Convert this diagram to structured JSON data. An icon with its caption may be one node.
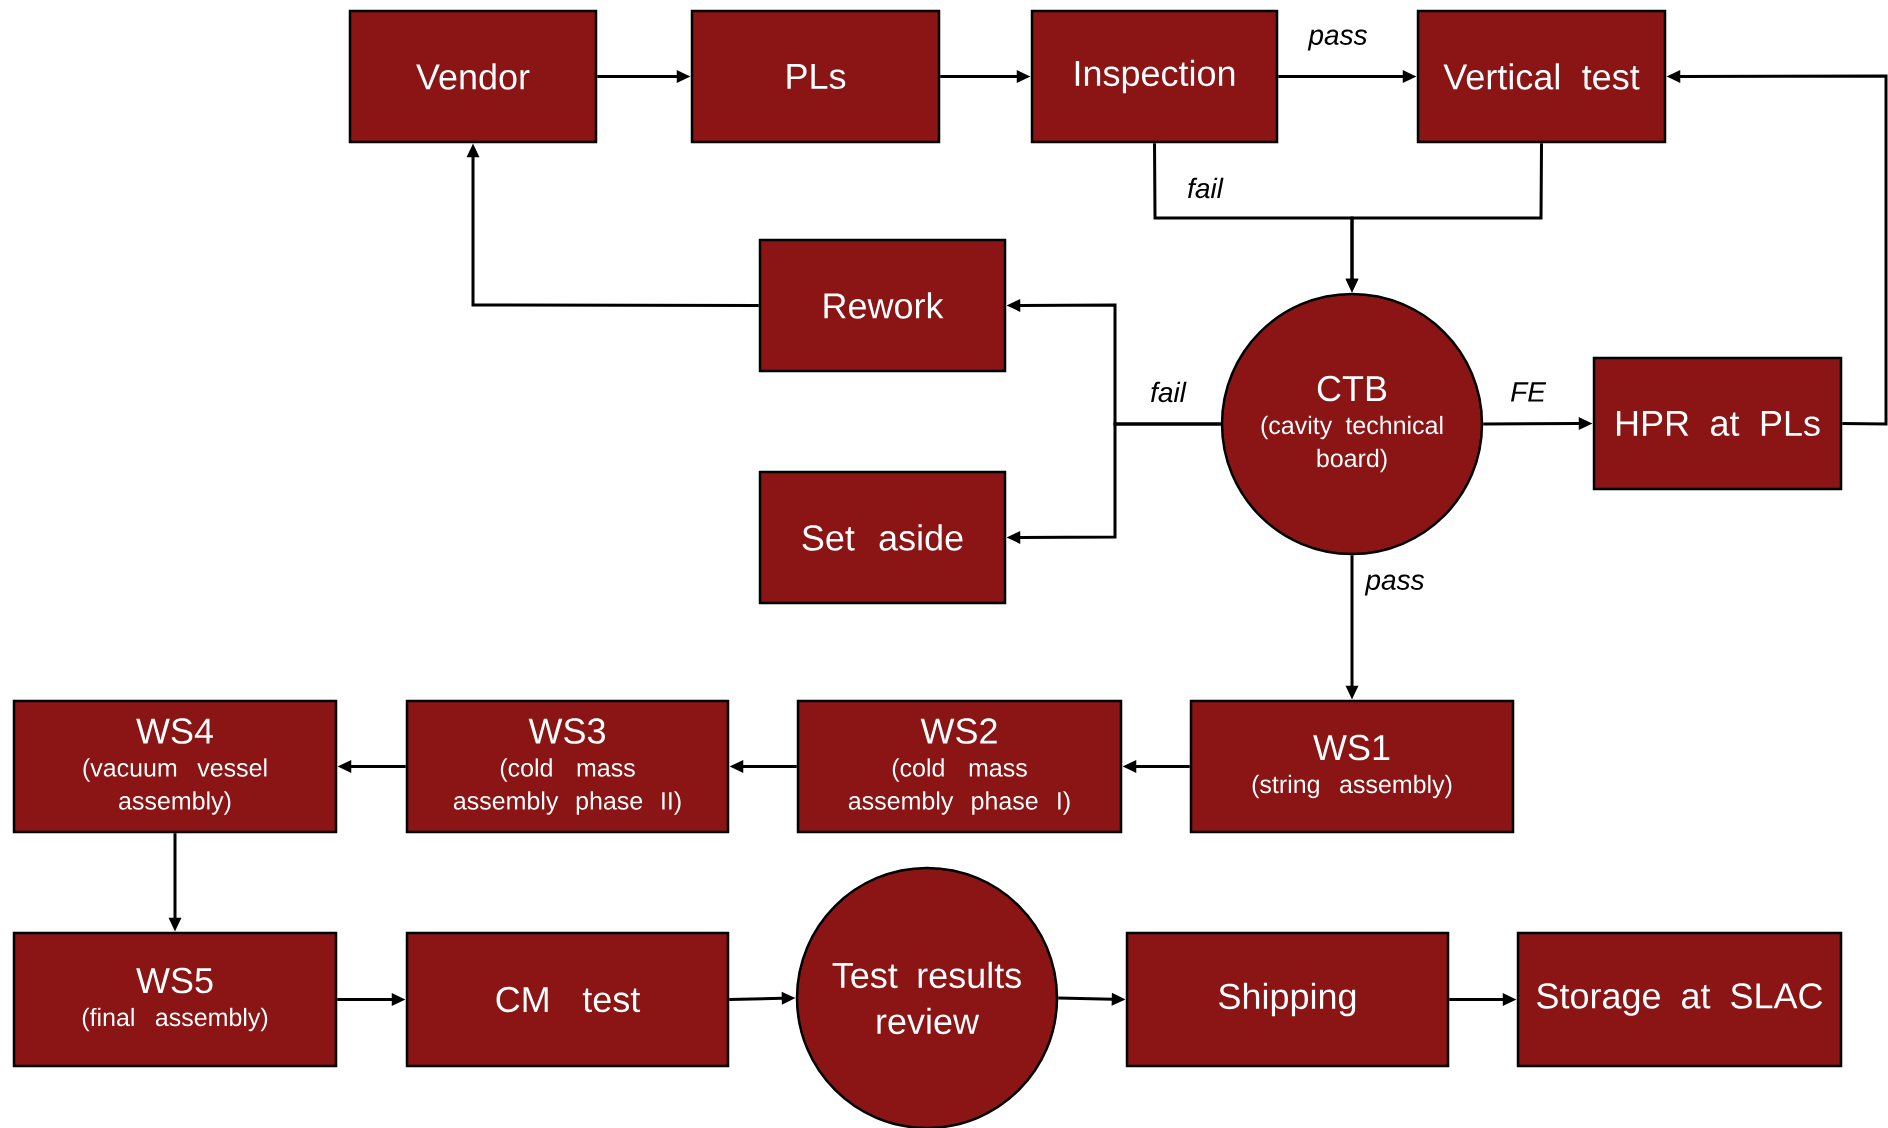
{
  "diagram": {
    "nodes": [
      {
        "text": [
          "Vendor"
        ]
      },
      {
        "text": [
          "PLs"
        ]
      },
      {
        "text": [
          "Inspection"
        ]
      },
      {
        "text": [
          "Vertical test"
        ]
      },
      {
        "text": [
          "Rework"
        ]
      },
      {
        "text": [
          "Set aside"
        ]
      },
      {
        "text": [
          "CTB",
          "(cavity technical board)"
        ]
      },
      {
        "text": [
          "HPR at PLs"
        ]
      },
      {
        "text": [
          "WS4",
          "(vacuum vessel assembly)"
        ]
      },
      {
        "text": [
          "WS3",
          "(cold mass assembly phase II)"
        ]
      },
      {
        "text": [
          "WS2",
          "(cold mass assembly phase I)"
        ]
      },
      {
        "text": [
          "WS1",
          "(string assembly)"
        ]
      },
      {
        "text": [
          "WS5",
          "(final assembly)"
        ]
      },
      {
        "text": [
          "CM test"
        ]
      },
      {
        "text": [
          "Test results review"
        ]
      },
      {
        "text": [
          "Shipping"
        ]
      },
      {
        "text": [
          "Storage at SLAC"
        ]
      }
    ],
    "edges": [
      {
        "from": 0,
        "to": 1,
        "arrow": "to"
      },
      {
        "from": 1,
        "to": 2,
        "arrow": "to"
      },
      {
        "from": 2,
        "to": 3,
        "arrow": "to",
        "label": "pass"
      },
      {
        "from": 2,
        "to": 6,
        "arrow": "to",
        "label": "fail"
      },
      {
        "from": 3,
        "to": 6,
        "arrow": "to"
      },
      {
        "from": 6,
        "to": 4,
        "arrow": "to",
        "label": "fail"
      },
      {
        "from": 6,
        "to": 5,
        "arrow": "to"
      },
      {
        "from": 6,
        "to": 7,
        "arrow": "to",
        "label": "FE"
      },
      {
        "from": 7,
        "to": 3,
        "arrow": "to"
      },
      {
        "from": 4,
        "to": 0,
        "arrow": "to"
      },
      {
        "from": 6,
        "to": 11,
        "arrow": "to",
        "label": "pass"
      },
      {
        "from": 11,
        "to": 10,
        "arrow": "to"
      },
      {
        "from": 10,
        "to": 9,
        "arrow": "to"
      },
      {
        "from": 9,
        "to": 8,
        "arrow": "to"
      },
      {
        "from": 8,
        "to": 12,
        "arrow": "to"
      },
      {
        "from": 12,
        "to": 13,
        "arrow": "to"
      },
      {
        "from": 13,
        "to": 14,
        "arrow": "to"
      },
      {
        "from": 14,
        "to": 15,
        "arrow": "to"
      },
      {
        "from": 15,
        "to": 16,
        "arrow": "to"
      }
    ]
  }
}
